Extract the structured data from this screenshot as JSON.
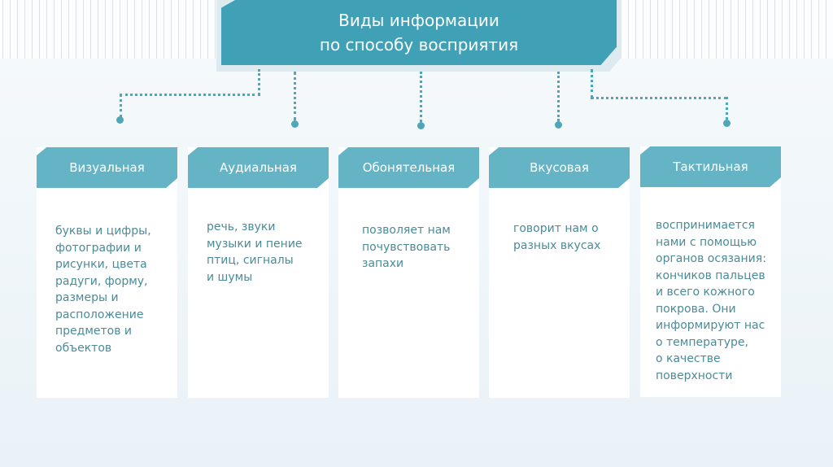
{
  "title": {
    "line1": "Виды информации",
    "line2": "по способу восприятия"
  },
  "cards": [
    {
      "label": "Визуальная",
      "text": "буквы и цифры,\nфотографии и\nрисунки, цвета\nрадуги, форму,\nразмеры и\nрасположение\nпредметов и\nобъектов"
    },
    {
      "label": "Аудиальная",
      "text": "речь, звуки\nмузыки и пение\nптиц, сигналы\nи шумы"
    },
    {
      "label": "Обонятельная",
      "text": "позволяет нам\nпочувствовать\nзапахи"
    },
    {
      "label": "Вкусовая",
      "text": "говорит нам о\nразных вкусах"
    },
    {
      "label": "Тактильная",
      "text": "воспринимается\nнами с помощью\nорганов осязания:\nкончиков пальцев\nи всего кожного\nпокрова. Они\nинформируют нас\nо температуре,\nо качестве\nповерхности"
    }
  ],
  "colors": {
    "title": "#40a1b6",
    "header": "#65b4c5",
    "text": "#4b8b97",
    "connector": "#4fa6b6"
  }
}
